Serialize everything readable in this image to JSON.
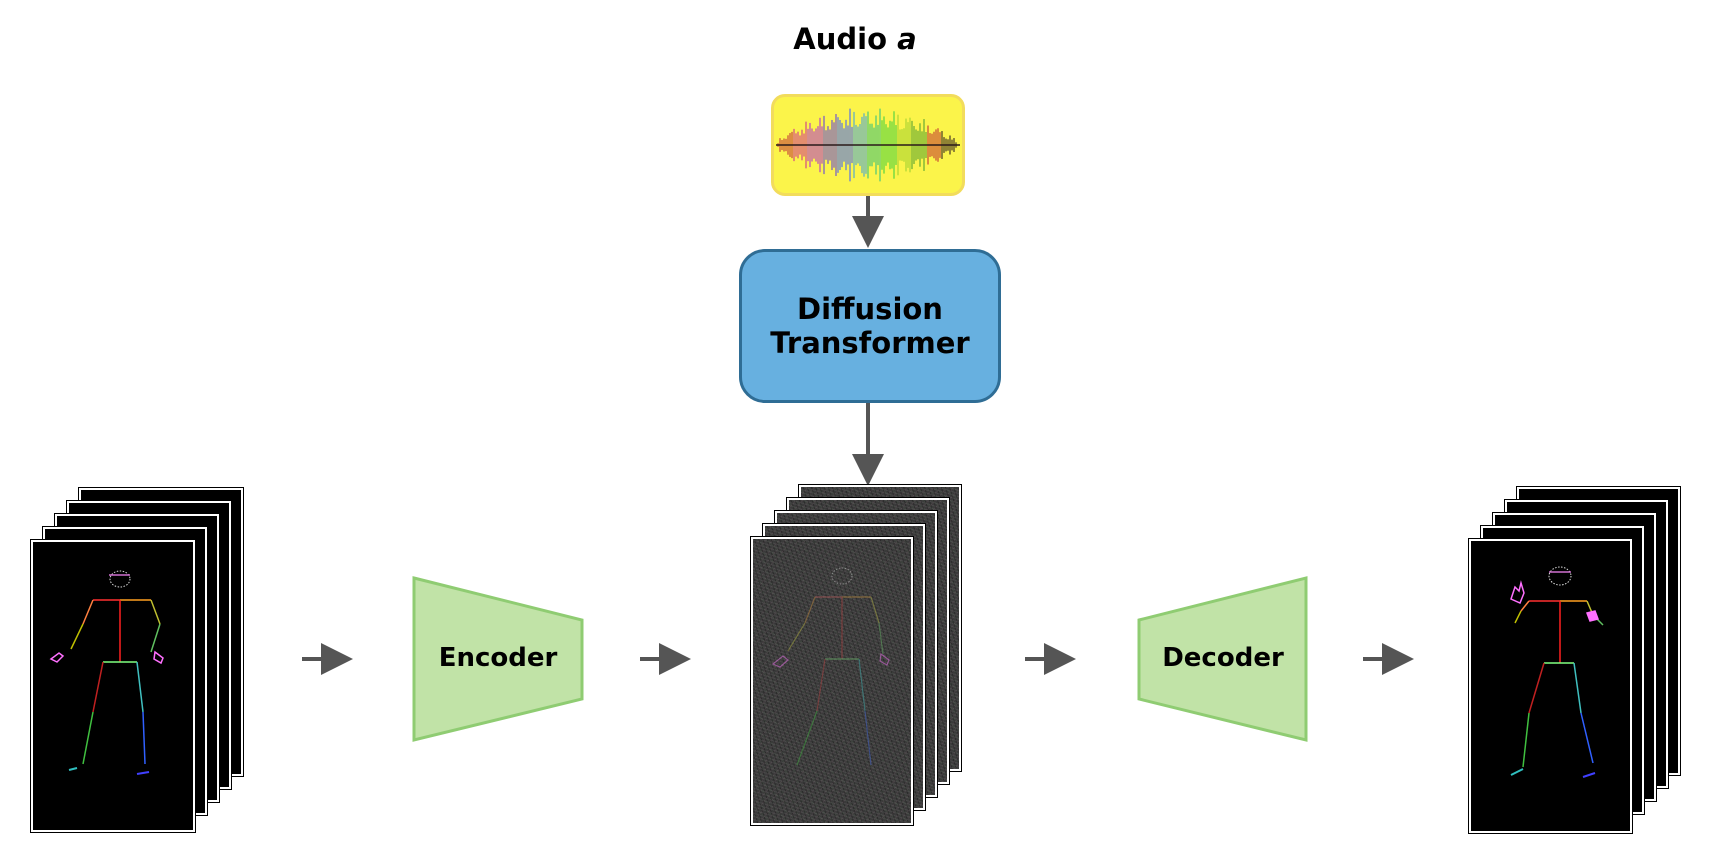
{
  "audio": {
    "label": "Audio ",
    "variable": "a"
  },
  "transformer": {
    "label": "Diffusion\nTransformer"
  },
  "encoder": {
    "label": "Encoder"
  },
  "decoder": {
    "label": "Decoder"
  },
  "colors": {
    "audio_fill": "#fbf44a",
    "audio_border": "#f2dc5c",
    "transformer_fill": "#67b0e0",
    "transformer_border": "#2f6d95",
    "codec_fill": "#c1e3a7",
    "codec_border": "#8fcc72",
    "arrow": "#555555"
  },
  "icons": {
    "waveform": "audio-waveform-icon",
    "pose": "skeleton-pose-icon"
  }
}
